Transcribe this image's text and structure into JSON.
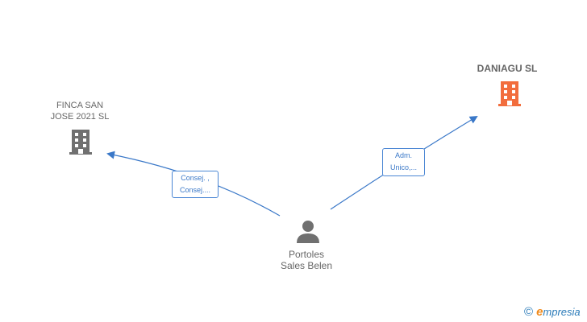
{
  "nodes": {
    "finca": {
      "line1": "FINCA SAN",
      "line2": "JOSE 2021  SL",
      "color": "#707070"
    },
    "daniagu": {
      "name": "DANIAGU  SL",
      "color": "#f26d3d"
    },
    "person": {
      "line1": "Portoles",
      "line2": "Sales Belen",
      "color": "#707070"
    }
  },
  "edges": {
    "to_finca": {
      "line1": "Consej. ,",
      "line2": "Consej...."
    },
    "to_daniagu": {
      "line1": "Adm.",
      "line2": "Unico,..."
    }
  },
  "brand": {
    "symbol": "©",
    "initial": "e",
    "rest": "mpresia"
  },
  "colors": {
    "edge": "#3a78c8"
  }
}
